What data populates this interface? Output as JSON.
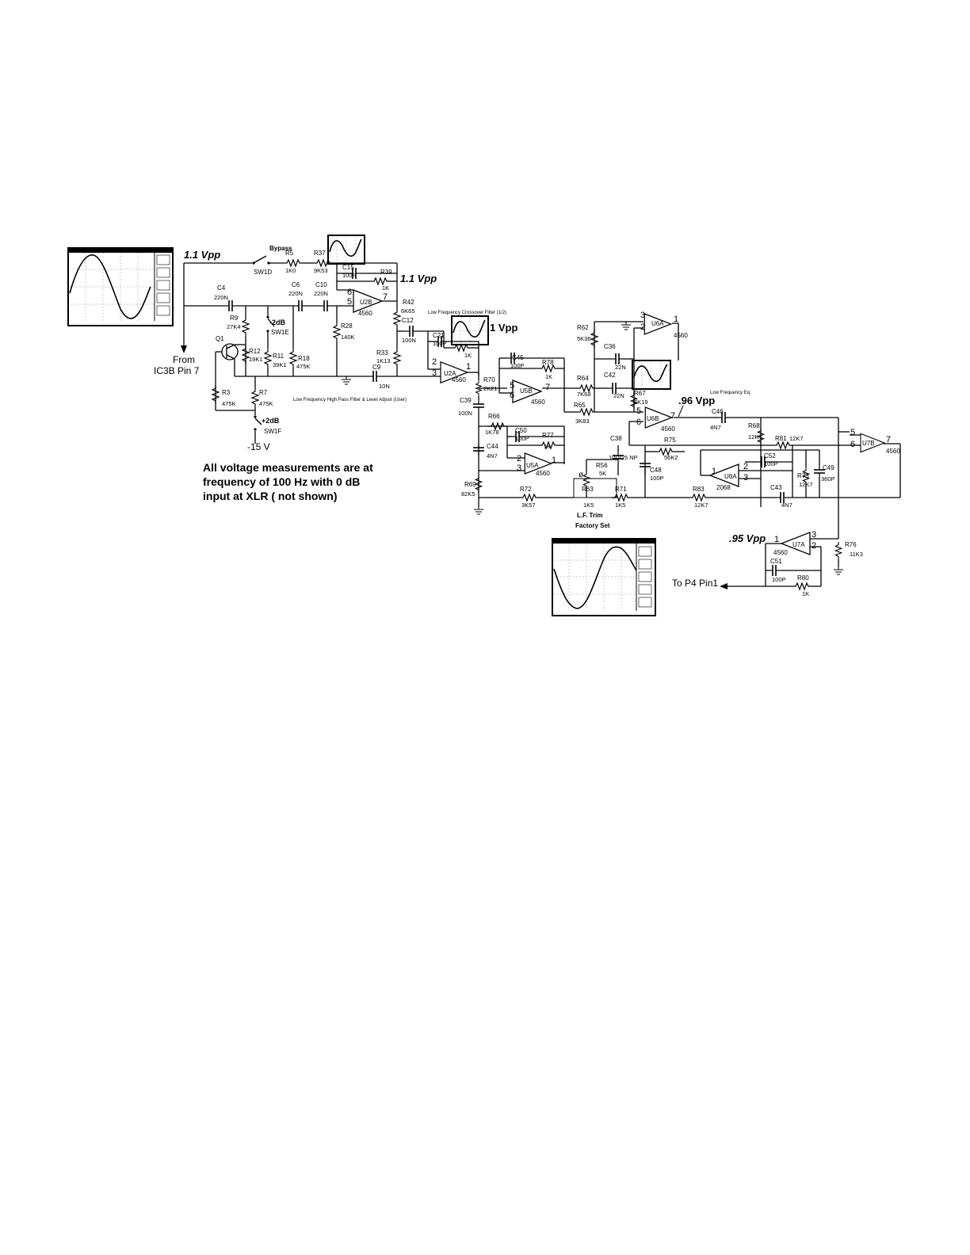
{
  "measurements": {
    "v_in": "1.1 Vpp",
    "v_u2b": "1.1 Vpp",
    "v_u2a": "1 Vpp",
    "v_u6b": ".96 Vpp",
    "v_out": ".95 Vpp"
  },
  "labels": {
    "bypass": "Bypass",
    "from": "From",
    "from_pin": "IC3B Pin 7",
    "neg_supply": "-15 V",
    "to_p4": "To P4 Pin1",
    "minus2db": "-2dB",
    "plus2db": "+2dB",
    "lf_trim": "L.F. Trim",
    "factory_set": "Factory Set",
    "hp_filter_caption": "Low Frequency High Pass Filter & Level Adjust (User)",
    "crossover_caption": "Low Frequency Crossover Filter (1/2)",
    "lf_eq_caption": "Low Frequency Eq."
  },
  "note": {
    "line1": "All voltage measurements are at",
    "line2": "frequency of 100 Hz with 0 dB",
    "line3": "input at XLR ( not shown)"
  },
  "switches": {
    "sw1d": "SW1D",
    "sw1e": "SW1E",
    "sw1f": "SW1F"
  },
  "transistors": {
    "q1": "Q1"
  },
  "opamps": {
    "u2b": {
      "ref": "U2B",
      "part": "4560"
    },
    "u2a": {
      "ref": "U2A",
      "part": "4560"
    },
    "u5b": {
      "ref": "U5B",
      "part": "4560"
    },
    "u5a": {
      "ref": "U5A",
      "part": "4560"
    },
    "u6a": {
      "ref": "U6A",
      "part": "4560"
    },
    "u6b": {
      "ref": "U6B",
      "part": "4560"
    },
    "u8a": {
      "ref": "U8A",
      "part": "2068"
    },
    "u7b": {
      "ref": "U7B",
      "part": "4560"
    },
    "u7a": {
      "ref": "U7A",
      "part": "4560"
    }
  },
  "resistors": {
    "r3": {
      "ref": "R3",
      "val": "475K"
    },
    "r5": {
      "ref": "R5",
      "val": "1K0"
    },
    "r7": {
      "ref": "R7",
      "val": "475K"
    },
    "r9": {
      "ref": "R9",
      "val": "27K4"
    },
    "r11": {
      "ref": "R11",
      "val": "39K1"
    },
    "r12": {
      "ref": "R12",
      "val": "19K1"
    },
    "r18": {
      "ref": "R18",
      "val": "475K"
    },
    "r28": {
      "ref": "R28",
      "val": "140K"
    },
    "r33": {
      "ref": "R33",
      "val": "1K13"
    },
    "r37": {
      "ref": "R37",
      "val": "9K53"
    },
    "r39": {
      "ref": "R39",
      "val": "1K"
    },
    "r42": {
      "ref": "R42",
      "val": "6K65"
    },
    "r1k_u2a": {
      "ref": "",
      "val": "1K"
    },
    "r56": {
      "ref": "R56",
      "val": "5K"
    },
    "r62": {
      "ref": "R62",
      "val": "5K36"
    },
    "r63": {
      "ref": "R63",
      "val": "1K5"
    },
    "r64": {
      "ref": "R64",
      "val": "7K68"
    },
    "r65": {
      "ref": "R65",
      "val": "3K83"
    },
    "r66": {
      "ref": "R66",
      "val": "1K78"
    },
    "r67": {
      "ref": "R67",
      "val": "6K19"
    },
    "r68": {
      "ref": "R68",
      "val": "12K7"
    },
    "r69": {
      "ref": "R69",
      "val": "82K5"
    },
    "r70": {
      "ref": "R70",
      "val": "2K21"
    },
    "r71": {
      "ref": "R71",
      "val": "1K5"
    },
    "r72": {
      "ref": "R72",
      "val": "3K57"
    },
    "r73": {
      "ref": "R73",
      "val": "12K7"
    },
    "r75": {
      "ref": "R75",
      "val": "56K2"
    },
    "r76": {
      "ref": "R76",
      "val": "11K3"
    },
    "r77": {
      "ref": "R77",
      "val": "1K"
    },
    "r78": {
      "ref": "R78",
      "val": "1K"
    },
    "r80": {
      "ref": "R80",
      "val": "1K"
    },
    "r81": {
      "ref": "R81",
      "val": "12K7"
    },
    "r83": {
      "ref": "R83",
      "val": "12K7"
    }
  },
  "capacitors": {
    "c4": {
      "ref": "C4",
      "val": "220N"
    },
    "c6": {
      "ref": "C6",
      "val": "220N"
    },
    "c9": {
      "ref": "C9",
      "val": "10N"
    },
    "c10": {
      "ref": "C10",
      "val": "220N"
    },
    "c12": {
      "ref": "C12",
      "val": "100N"
    },
    "c15": {
      "ref": "C15",
      "val": "100P"
    },
    "c21": {
      "ref": "C21",
      "val": "100P"
    },
    "c36": {
      "ref": "C36",
      "val": "22N"
    },
    "c38": {
      "ref": "C38",
      "val": "10U/25 NP"
    },
    "c39": {
      "ref": "C39",
      "val": "100N"
    },
    "c42": {
      "ref": "C42",
      "val": "22N"
    },
    "c43": {
      "ref": "C43",
      "val": "4N7"
    },
    "c44": {
      "ref": "C44",
      "val": "4N7"
    },
    "c45": {
      "ref": "C45",
      "val": "100P"
    },
    "c46": {
      "ref": "C46",
      "val": "4N7"
    },
    "c48": {
      "ref": "C48",
      "val": "100P"
    },
    "c49": {
      "ref": "C49",
      "val": "360P"
    },
    "c50": {
      "ref": "C50",
      "val": "100P"
    },
    "c51": {
      "ref": "C51",
      "val": "100P"
    },
    "c52": {
      "ref": "C52",
      "val": "100P"
    }
  }
}
